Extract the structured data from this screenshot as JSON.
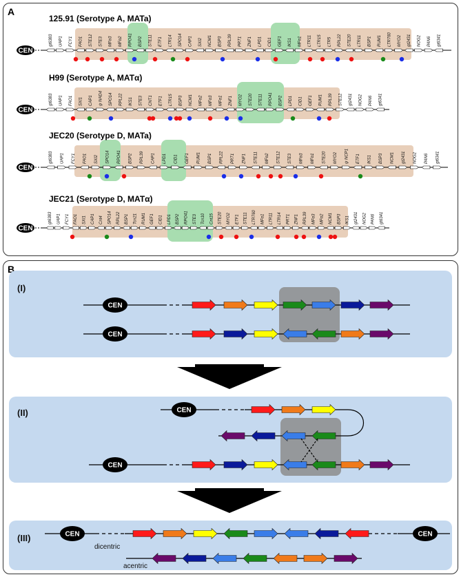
{
  "panel_a": {
    "label": "A",
    "centromere": "CEN",
    "strains": [
      {
        "title": "125.91 (Serotype A, MATa)",
        "genes": [
          "gt6383",
          "UAP1",
          "FCY1",
          "FAO1",
          "STE12",
          "STE3",
          "MFα3",
          "MFα2",
          "RPO41",
          "BSP2",
          "STE11",
          "ETF1",
          "LTR14",
          "SPO14",
          "CAP1",
          "SXI2",
          "NCM1",
          "BSP3",
          "RPL39",
          "PRT1",
          "ZNF1",
          "LPD1",
          "CID1",
          "GEF1",
          "IKS1",
          "MFα1",
          "LTR11",
          "LTR15",
          "LTR5",
          "RPL22",
          "STE20",
          "LTR11",
          "BSP1",
          "RUM1",
          "LTR760",
          "MYO2",
          "gt2431",
          "NOG2",
          "PAN6",
          "gt6341"
        ]
      },
      {
        "title": "H99 (Serotype A, MATα)",
        "genes": [
          "gt6383",
          "UAP1",
          "FAO1",
          "SXI1",
          "CAP1",
          "ψ NAD4",
          "SPO14",
          "RPL22",
          "IKS1",
          "STE3",
          "CNT1",
          "ETF1",
          "LTR15",
          "BSP3",
          "NCM1",
          "MFα2",
          "MFα3",
          "MFα1",
          "ZNF1",
          "MYO2",
          "STE20",
          "STE11",
          "RPO41",
          "BSP2",
          "LPD1",
          "CID1",
          "GEF1",
          "RUM1",
          "RPL39",
          "STE12",
          "gt2431",
          "NOG2",
          "PAN6",
          "gt6341"
        ]
      },
      {
        "title": "JEC20 (Serotype D, MATa)",
        "genes": [
          "gt6383",
          "UAP1",
          "FCY1",
          "FAO1",
          "SXI2",
          "SPO14",
          "RPO41",
          "BSP2",
          "RPL39",
          "CAP1",
          "LPD1",
          "CID1",
          "GEF1",
          "RUM1",
          "BSP1",
          "RPL22",
          "PRT1",
          "ZNF1",
          "STE11",
          "MFα2",
          "STE12",
          "STE3",
          "MFα3",
          "MFα1",
          "STE20",
          "MYO2",
          "ψ NCP1",
          "ETF1",
          "IKS1",
          "BSP3",
          "NCM1",
          "gt2431",
          "NOG2",
          "PAN6",
          "gt6341"
        ]
      },
      {
        "title": "JEC21 (Serotype D, MATα)",
        "genes": [
          "gt6383",
          "UAP1",
          "FCY1",
          "FAO1",
          "SXI1",
          "CAP1",
          "Cnt4",
          "SPO14",
          "RPL22",
          "BSP1",
          "Tcn21",
          "RUM1",
          "GEF1",
          "CID1",
          "LPD1",
          "BSP2",
          "RPO41",
          "STE3",
          "Tcn10",
          "Cnt15",
          "STE20",
          "MYO2",
          "ETF1",
          "STE11",
          "LTR760",
          "MFα1",
          "LTR11",
          "LTR14",
          "PRT1",
          "ZNF1",
          "RPL39",
          "MFα3",
          "MFα2",
          "NCM1",
          "BSP3",
          "IKS1",
          "gt2431",
          "NOG2",
          "PAN6",
          "gt6341"
        ]
      }
    ]
  },
  "panel_b": {
    "label": "B",
    "steps": [
      "(I)",
      "(II)",
      "(III)"
    ],
    "centromere": "CEN",
    "dicentric_label": "dicentric",
    "acentric_label": "acentric"
  },
  "colors": {
    "beige": "#e8cfba",
    "green_box": "#a8ddb0",
    "step_bg": "#c5d9ef",
    "gray_box": "#8c8c8c",
    "red": "#ff1a1a",
    "orange": "#f07a1a",
    "yellow": "#ffff00",
    "green": "#1a8a1a",
    "blue": "#3a7de8",
    "navy": "#0a1a9a",
    "purple": "#6a0a6a",
    "dot_red": "#ee1111",
    "dot_green": "#1a8a1a",
    "dot_blue": "#1a2ee8"
  }
}
